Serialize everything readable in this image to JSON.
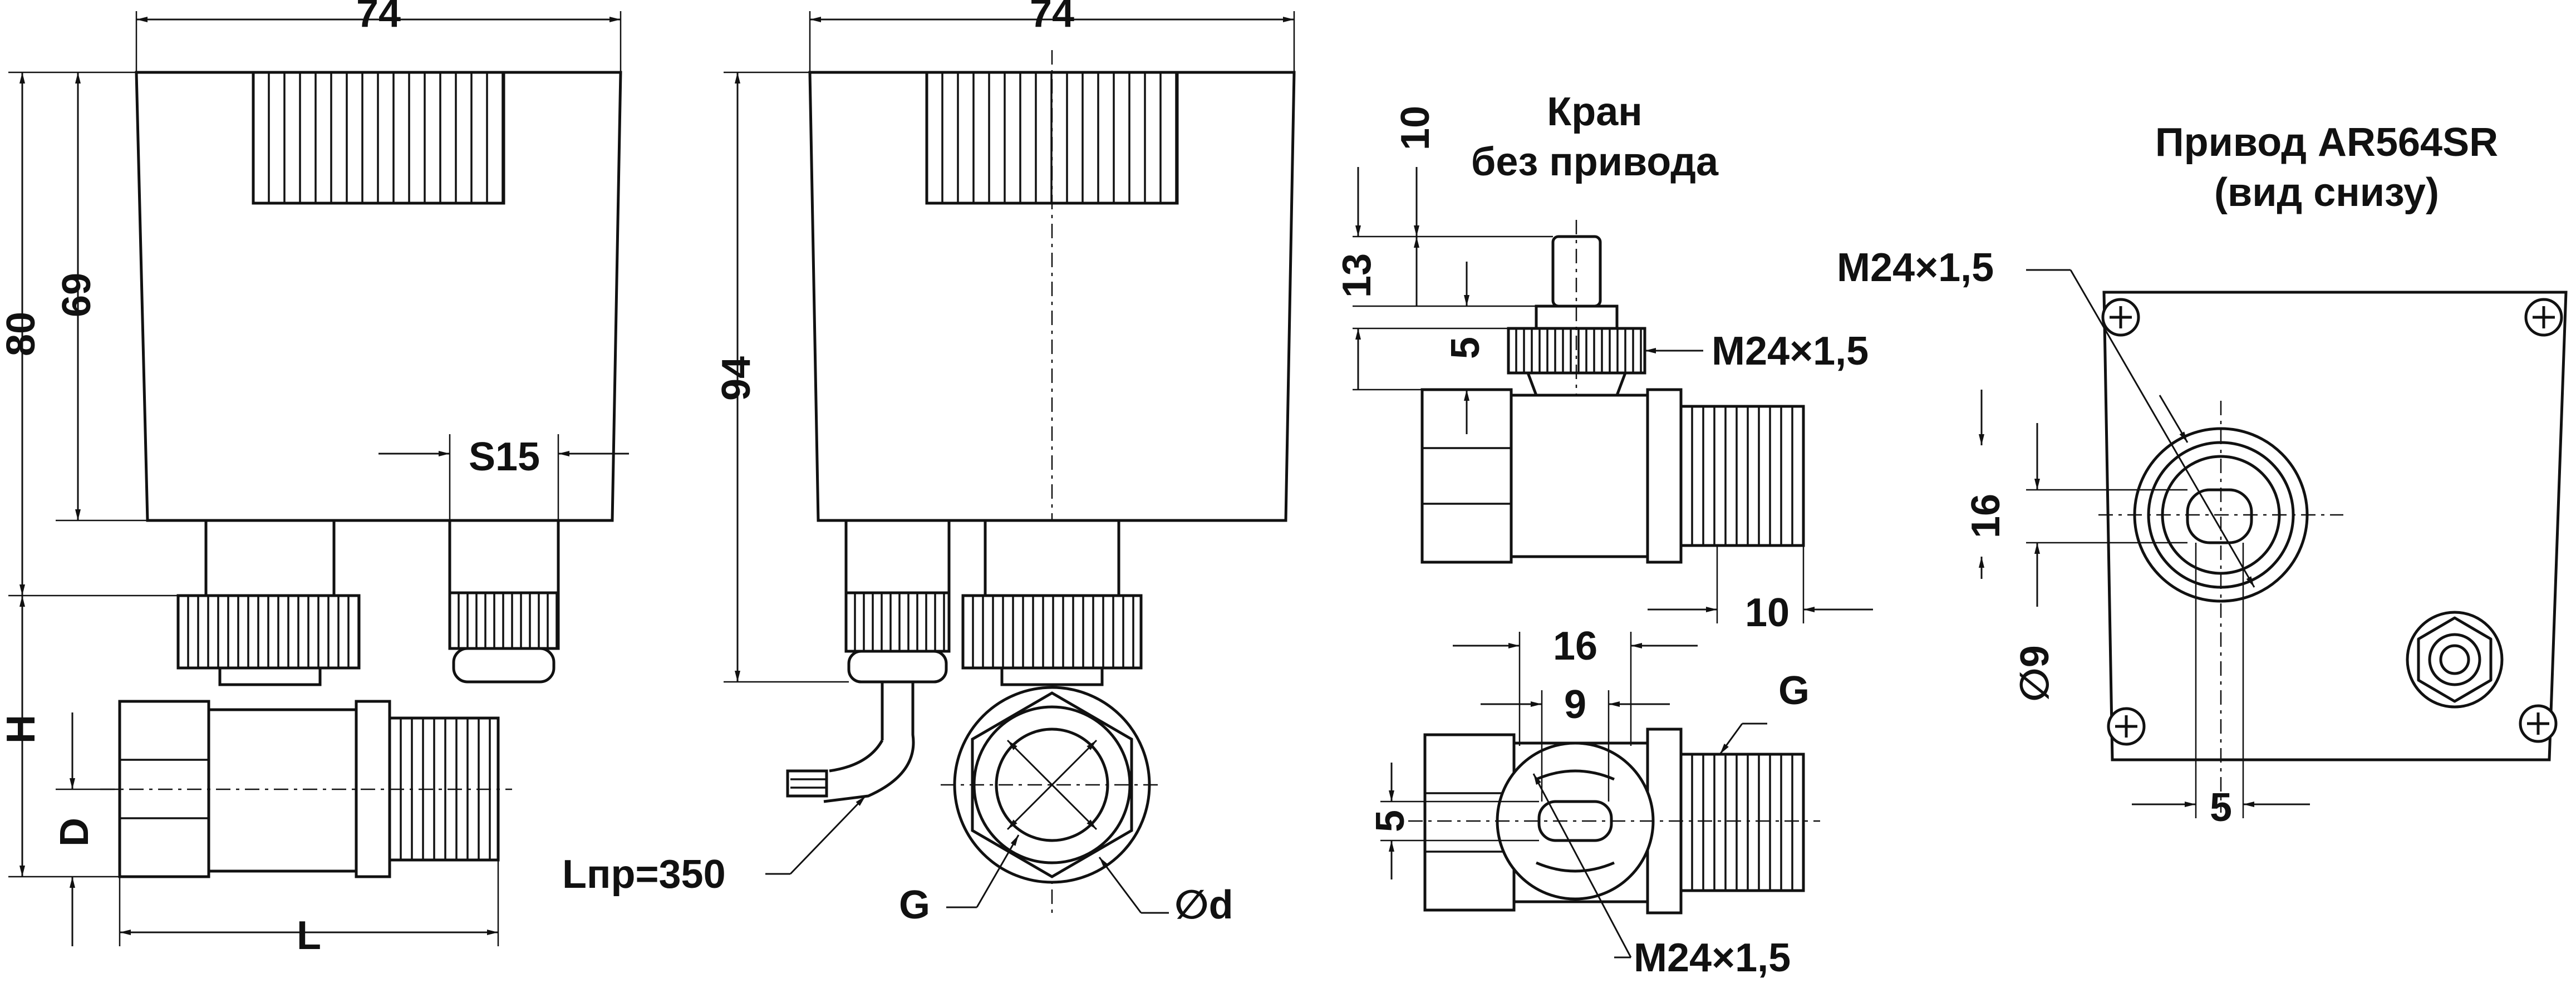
{
  "dimensions": {
    "left_width": "74",
    "left_height_80": "80",
    "left_height_69": "69",
    "left_h": "H",
    "left_d": "D",
    "left_l": "L",
    "left_s15": "S15",
    "mid_width": "74",
    "mid_height": "94",
    "mid_cable": "Lпр=350",
    "mid_g": "G",
    "mid_d": "∅d",
    "valve_10_top": "10",
    "valve_13": "13",
    "valve_5": "5",
    "valve_thread_top": "M24×1,5",
    "valve_10_right": "10",
    "valve_16": "16",
    "valve_9": "9",
    "valve_g": "G",
    "valve_5_bottom": "5",
    "valve_thread_bottom": "M24×1,5",
    "drive_thread": "M24×1,5",
    "drive_16": "16",
    "drive_9": "∅9",
    "drive_5": "5"
  },
  "titles": {
    "valve_line1": "Кран",
    "valve_line2": "без привода",
    "drive_line1": "Привод AR564SR",
    "drive_line2": "(вид снизу)"
  },
  "colors": {
    "ink": "#111111",
    "background": "#ffffff"
  }
}
